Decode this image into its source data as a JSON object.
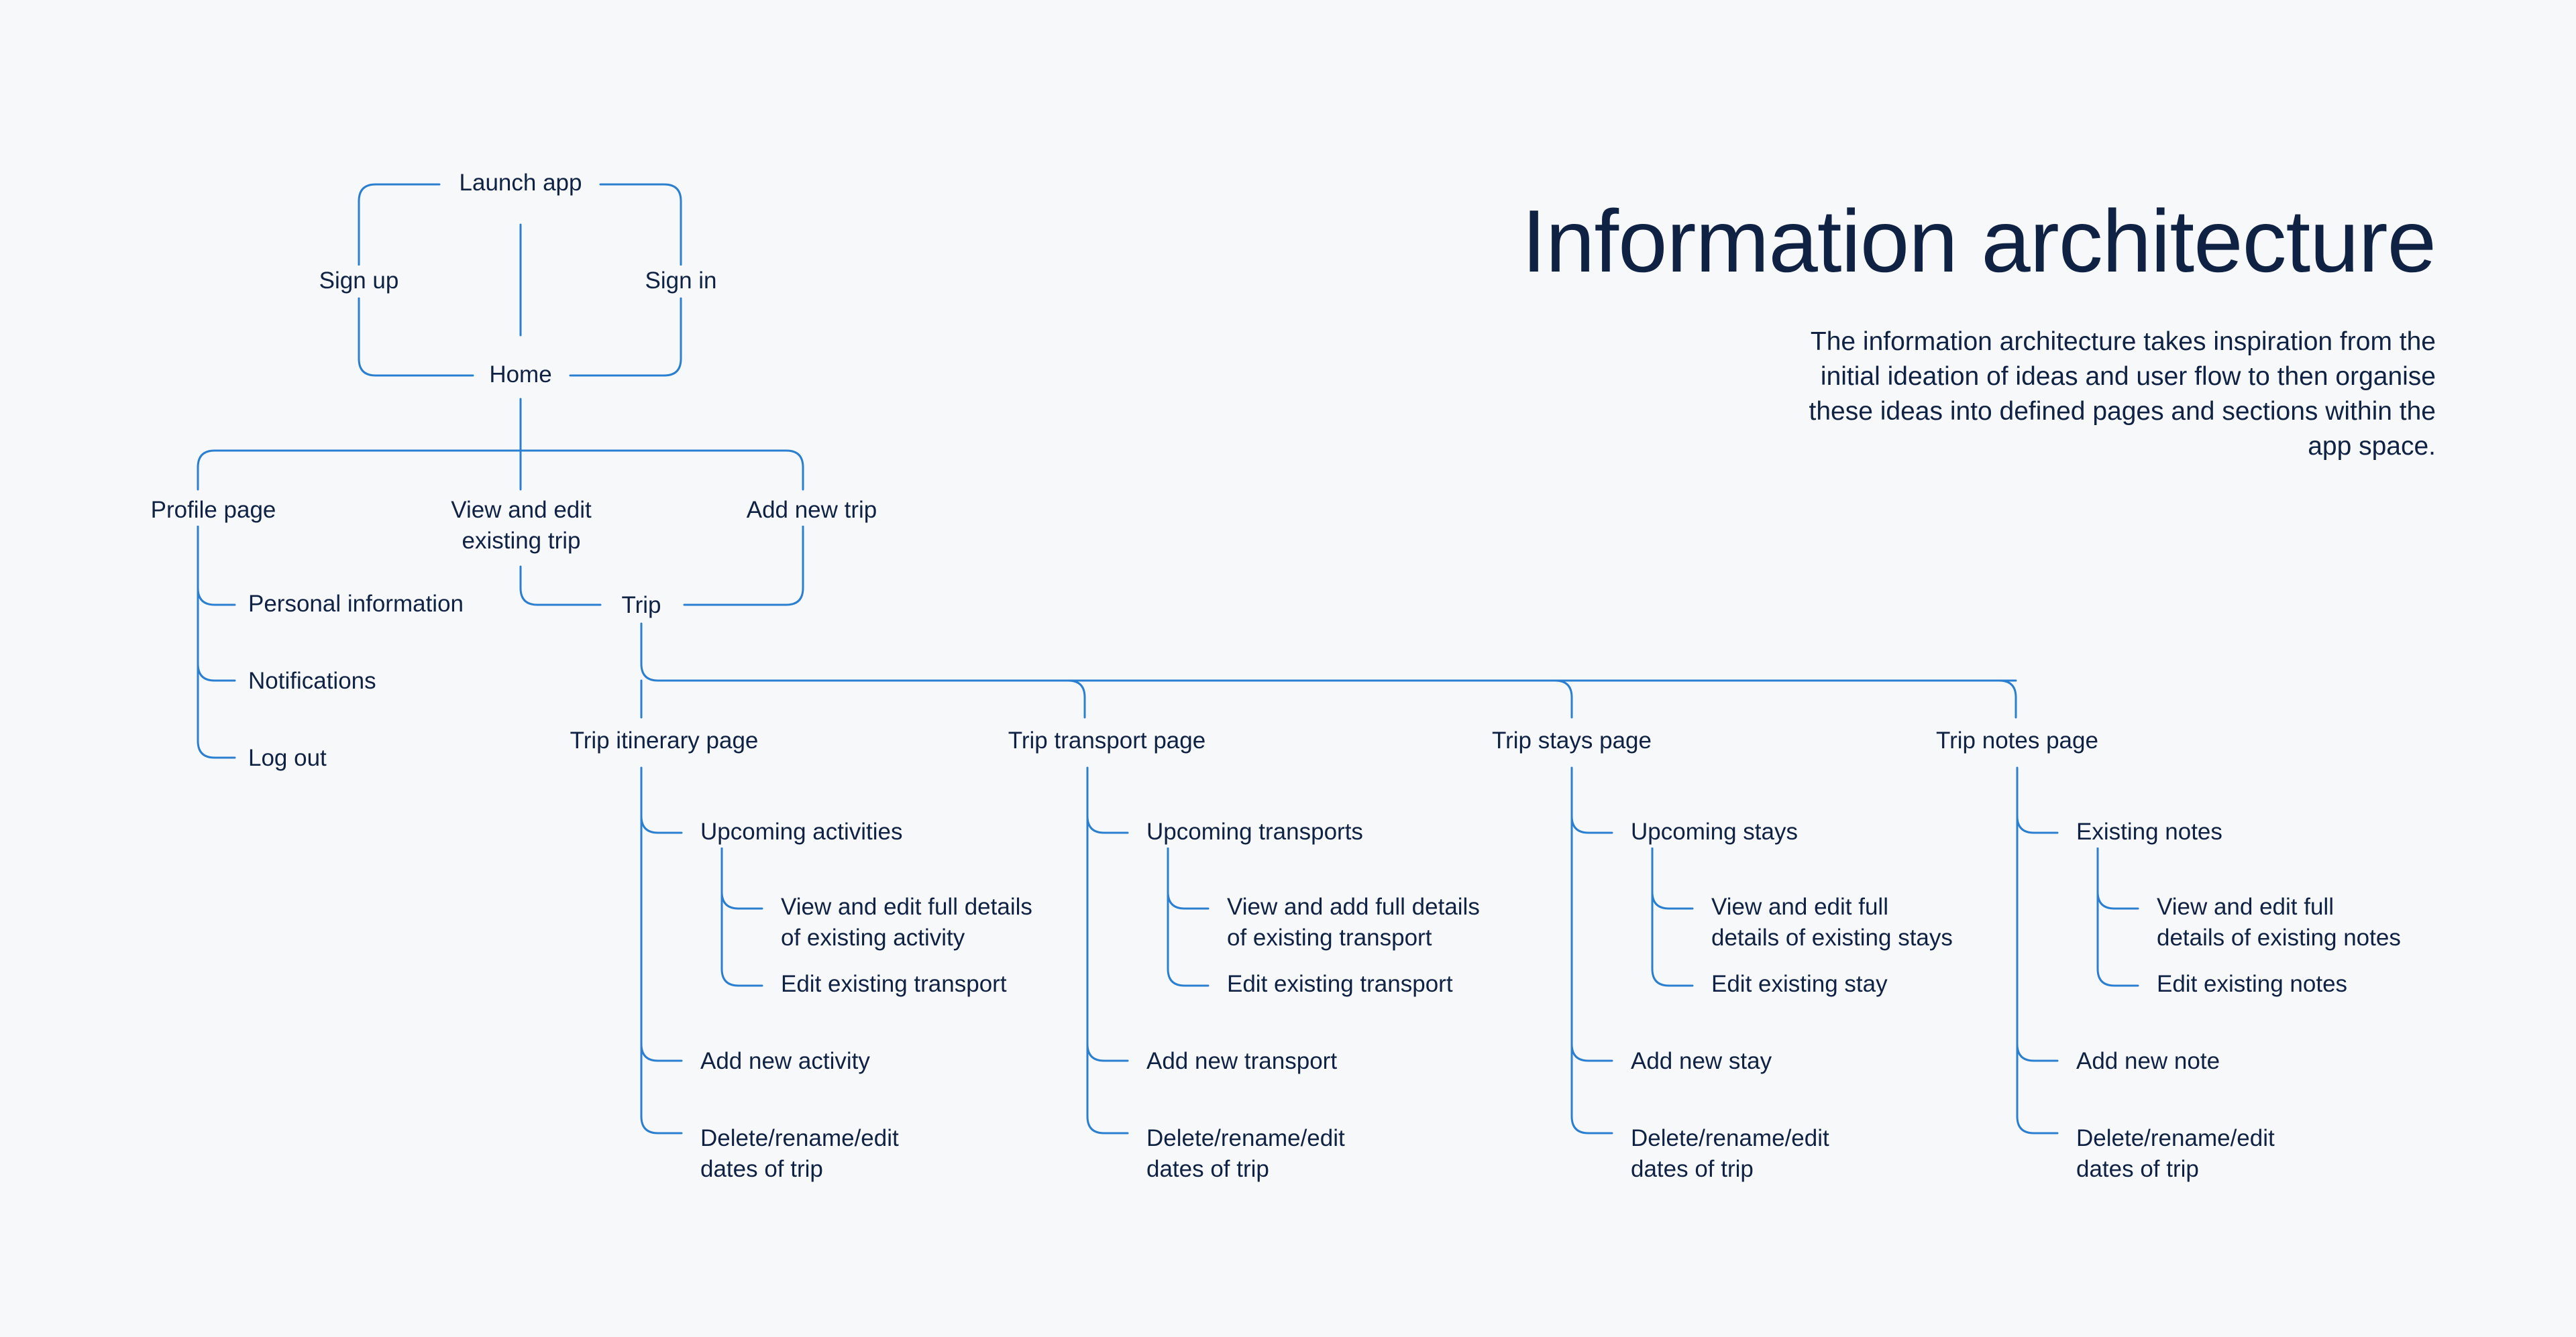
{
  "header": {
    "title": "Information architecture",
    "description": "The information architecture takes inspiration from the initial ideation of ideas and user flow to then organise these ideas into defined pages and sections within the app space."
  },
  "colors": {
    "line": "#2b7fd0",
    "text": "#0f2244",
    "background": "#f7f8fa"
  },
  "nodes": {
    "launch": "Launch app",
    "signup": "Sign up",
    "signin": "Sign in",
    "home": "Home",
    "profile": "Profile page",
    "view_edit": "View and edit\nexisting trip",
    "add_trip": "Add new trip",
    "trip": "Trip",
    "personal": "Personal information",
    "notifications": "Notifications",
    "logout": "Log out"
  },
  "sections": [
    {
      "page": "Trip itinerary page",
      "upcoming": "Upcoming activities",
      "sub1": "View and edit full details\nof existing activity",
      "sub2": "Edit existing transport",
      "add": "Add new activity",
      "delete": "Delete/rename/edit\ndates of trip"
    },
    {
      "page": "Trip transport page",
      "upcoming": "Upcoming transports",
      "sub1": "View and add full details\nof existing transport",
      "sub2": "Edit existing transport",
      "add": "Add new transport",
      "delete": "Delete/rename/edit\ndates of trip"
    },
    {
      "page": "Trip stays page",
      "upcoming": "Upcoming stays",
      "sub1": "View and edit full\ndetails of existing stays",
      "sub2": "Edit existing stay",
      "add": "Add new stay",
      "delete": "Delete/rename/edit\ndates of trip"
    },
    {
      "page": "Trip notes page",
      "upcoming": "Existing notes",
      "sub1": "View and edit full\ndetails of existing notes",
      "sub2": "Edit existing notes",
      "add": "Add new note",
      "delete": "Delete/rename/edit\ndates of trip"
    }
  ]
}
